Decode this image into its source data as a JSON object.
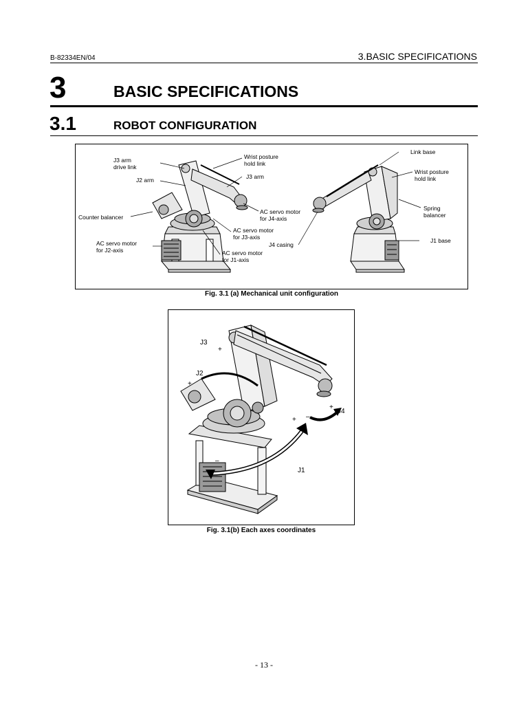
{
  "header": {
    "doc_id": "B-82334EN/04",
    "chapter_ref": "3.BASIC SPECIFICATIONS"
  },
  "chapter": {
    "number": "3",
    "title": "BASIC SPECIFICATIONS"
  },
  "section": {
    "number": "3.1",
    "title": "ROBOT CONFIGURATION"
  },
  "figure_a": {
    "caption": "Fig. 3.1 (a) Mechanical unit configuration",
    "labels": {
      "j3_arm_drive_link_1": "J3 arm",
      "j3_arm_drive_link_2": "drive link",
      "j2_arm": "J2 arm",
      "counter_balancer": "Counter balancer",
      "ac_servo_j2_1": "AC servo motor",
      "ac_servo_j2_2": "for J2-axis",
      "wrist_posture_hold_1": "Wrist posture",
      "wrist_posture_hold_2": "hold link",
      "j3_arm": "J3 arm",
      "ac_servo_j4_1": "AC servo motor",
      "ac_servo_j4_2": "for J4-axis",
      "ac_servo_j3_1": "AC servo motor",
      "ac_servo_j3_2": "for J3-axis",
      "ac_servo_j1_1": "AC servo motor",
      "ac_servo_j1_2": "for J1-axis",
      "link_base": "Link base",
      "wrist_posture_link_1": "Wrist posture",
      "wrist_posture_link_2": "hold link",
      "spring_balancer_1": "Spring",
      "spring_balancer_2": "balancer",
      "j4_casing": "J4 casing",
      "j1_base": "J1 base"
    }
  },
  "figure_b": {
    "caption": "Fig. 3.1(b) Each axes coordinates",
    "labels": {
      "j3": "J3",
      "j2": "J2",
      "j4": "J4",
      "j1": "J1",
      "plus_j3": "+",
      "plus_j2": "+",
      "plus_j4": "+",
      "minus_j4": "–",
      "plus_j1": "+",
      "minus_j1": "–"
    }
  },
  "page_number": "- 13 -"
}
